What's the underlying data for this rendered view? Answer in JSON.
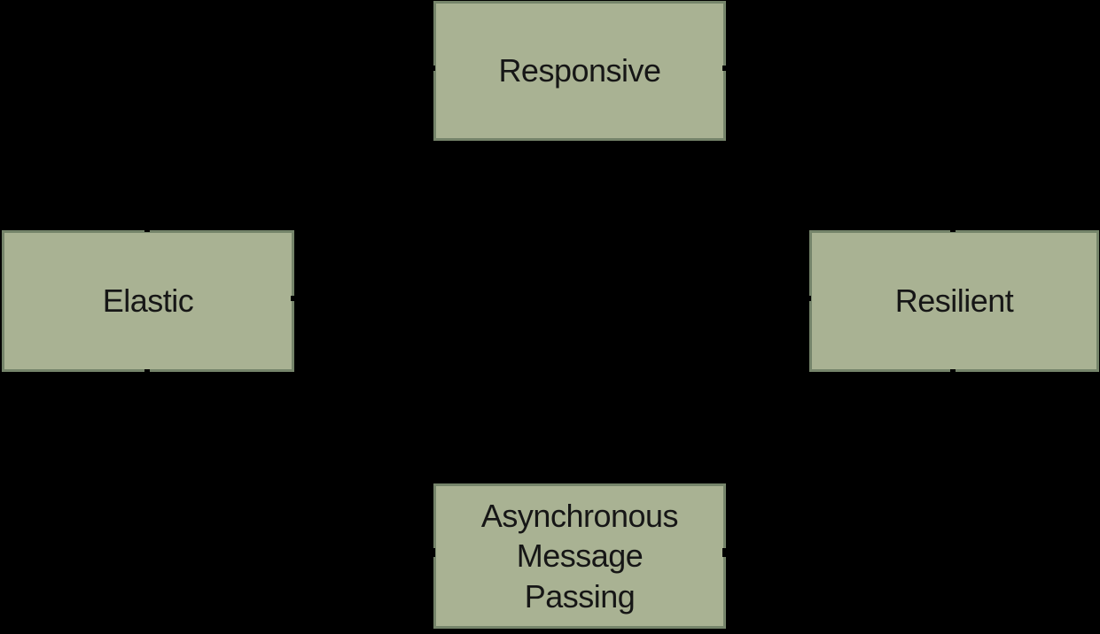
{
  "diagram": {
    "background_color": "#000000",
    "node_fill_color": "#a9b293",
    "node_border_color": "#75846a",
    "node_text_color": "#161616",
    "nodes": [
      {
        "id": "responsive",
        "label": "Responsive"
      },
      {
        "id": "elastic",
        "label": "Elastic"
      },
      {
        "id": "resilient",
        "label": "Resilient"
      },
      {
        "id": "async-message-passing",
        "label": "Asynchronous\nMessage\nPassing"
      }
    ],
    "connector_stubs": [
      {
        "node": "responsive",
        "edge": "left-middle"
      },
      {
        "node": "responsive",
        "edge": "right-middle"
      },
      {
        "node": "elastic",
        "edge": "top-center"
      },
      {
        "node": "elastic",
        "edge": "right-middle"
      },
      {
        "node": "elastic",
        "edge": "bottom-center"
      },
      {
        "node": "resilient",
        "edge": "top-center"
      },
      {
        "node": "resilient",
        "edge": "left-middle"
      },
      {
        "node": "resilient",
        "edge": "bottom-center"
      },
      {
        "node": "async-message-passing",
        "edge": "left-middle"
      },
      {
        "node": "async-message-passing",
        "edge": "right-middle"
      }
    ]
  }
}
